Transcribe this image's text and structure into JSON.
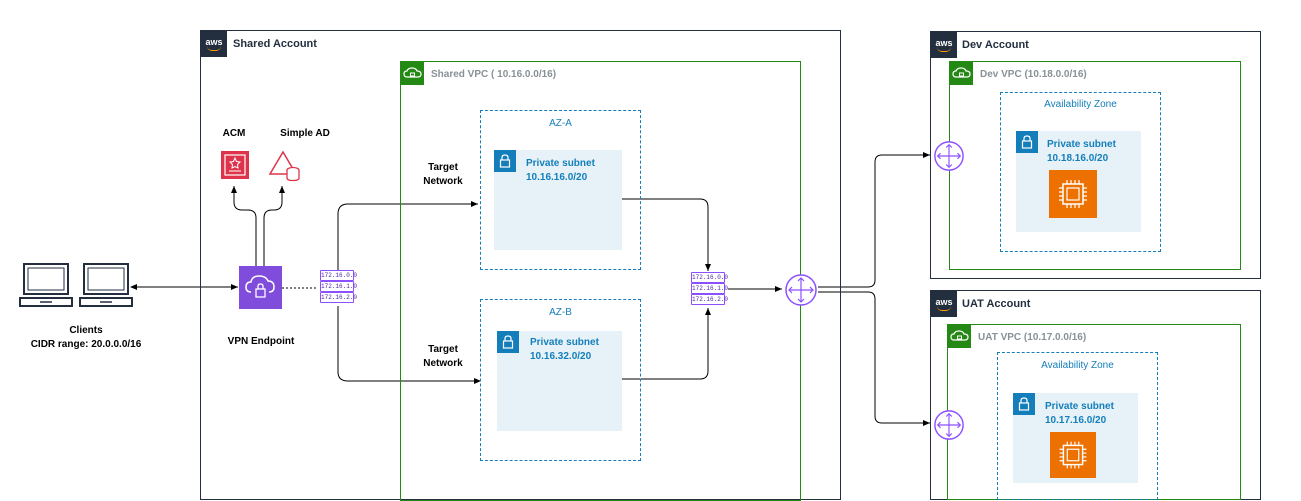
{
  "accounts": {
    "shared": {
      "title": "Shared Account"
    },
    "dev": {
      "title": "Dev Account"
    },
    "uat": {
      "title": "UAT Account"
    }
  },
  "aws_logo_text": "aws",
  "vpcs": {
    "shared": {
      "title": "Shared VPC ( 10.16.0.0/16)"
    },
    "dev": {
      "title": "Dev VPC (10.18.0.0/16)"
    },
    "uat": {
      "title": "UAT VPC (10.17.0.0/16)"
    }
  },
  "azs": {
    "a": {
      "title": "AZ-A"
    },
    "b": {
      "title": "AZ-B"
    },
    "dev": {
      "title": "Availability Zone"
    },
    "uat": {
      "title": "Availability Zone"
    }
  },
  "subnets": {
    "a": {
      "name": "Private subnet",
      "cidr": "10.16.16.0/20"
    },
    "b": {
      "name": "Private subnet",
      "cidr": "10.16.32.0/20"
    },
    "dev": {
      "name": "Private subnet",
      "cidr": "10.18.16.0/20"
    },
    "uat": {
      "name": "Private subnet",
      "cidr": "10.17.16.0/20"
    }
  },
  "labels": {
    "acm": "ACM",
    "simple_ad": "Simple AD",
    "target_network_1_line1": "Target",
    "target_network_1_line2": "Network",
    "target_network_2_line1": "Target",
    "target_network_2_line2": "Network",
    "vpn_endpoint": "VPN Endpoint",
    "clients_line1": "Clients",
    "clients_line2": "CIDR range: 20.0.0.0/16"
  },
  "route_tables": {
    "vpn": [
      "172.16.0.0",
      "172.16.1.0",
      "172.16.2.0"
    ],
    "vpc": [
      "172.16.0.0",
      "172.16.1.0",
      "172.16.2.0"
    ]
  },
  "colors": {
    "account_border": "#232f3e",
    "vpc_green": "#248814",
    "subnet_blue": "#147eba",
    "subnet_fill": "#e6f2f8",
    "tgw_purple": "#8c4fff",
    "ec2_orange": "#ed7100",
    "acm_red": "#dd344c"
  },
  "icons": [
    "laptop-icon",
    "laptop-icon",
    "client-vpn-icon",
    "acm-icon",
    "simple-ad-icon",
    "transit-gateway-icon",
    "ec2-instance-icon",
    "lock-icon",
    "cloud-lock-icon"
  ]
}
